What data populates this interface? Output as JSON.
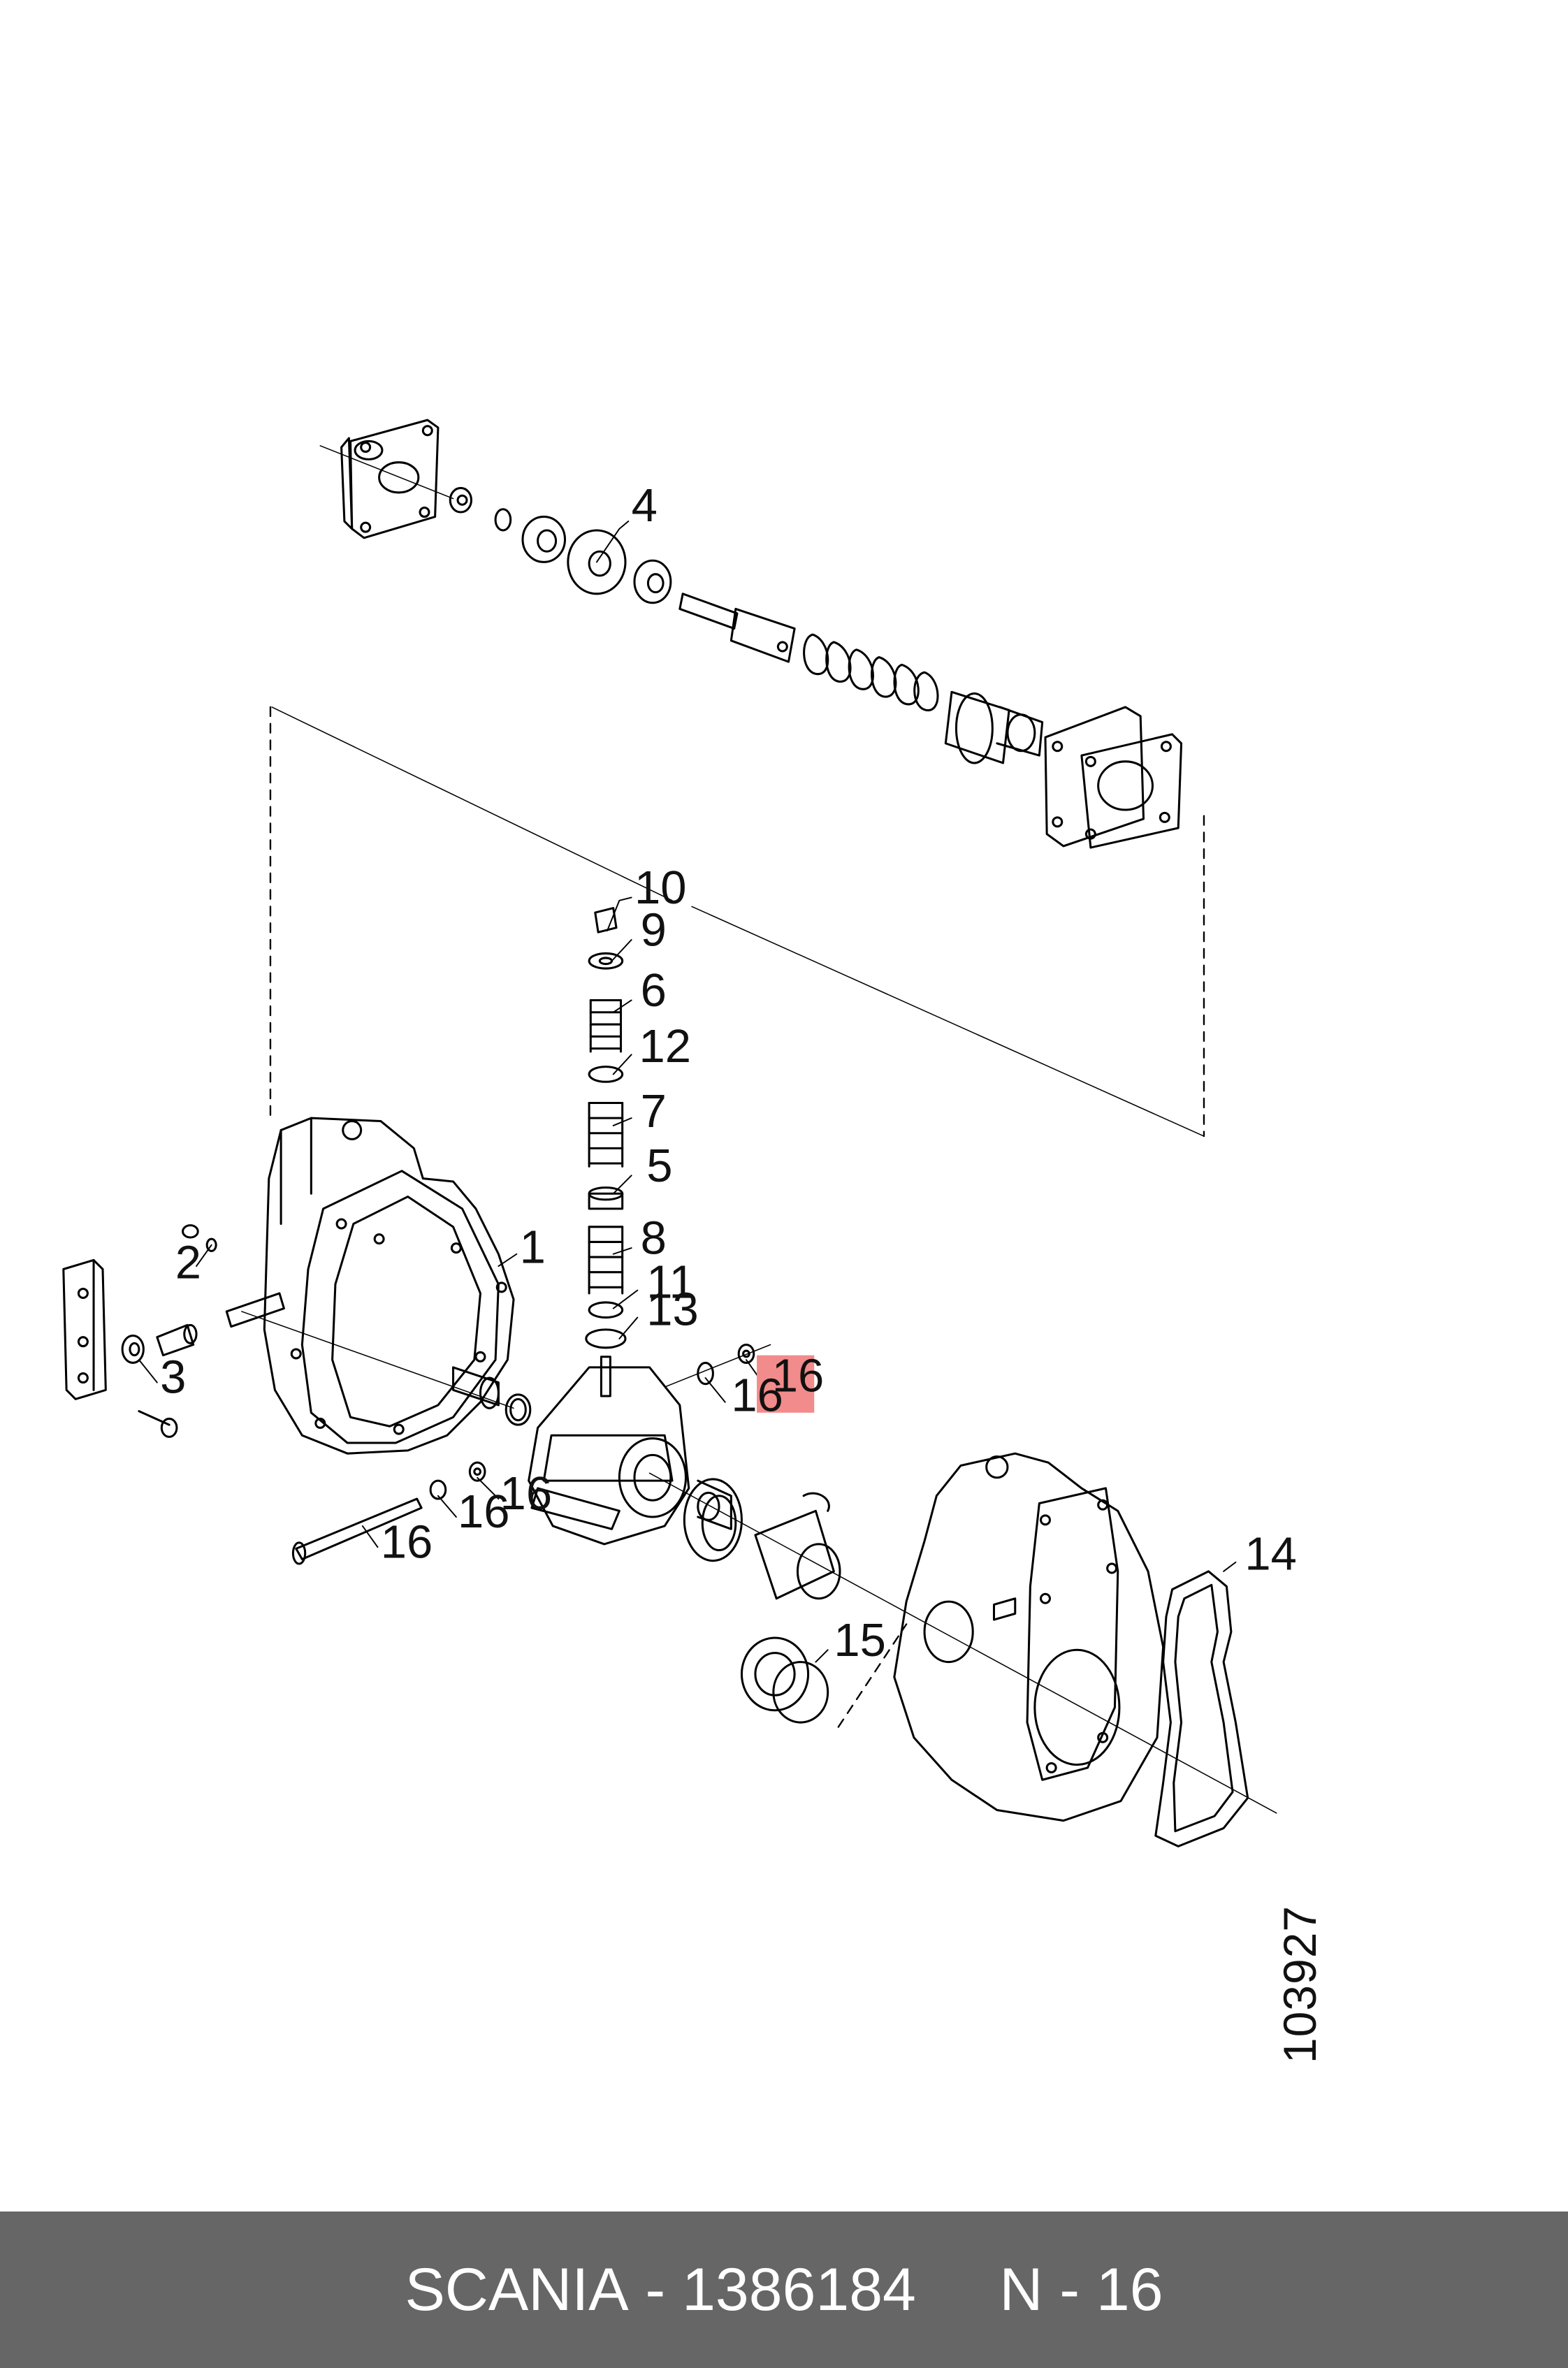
{
  "colors": {
    "line": "#000000",
    "highlight": "#f28b8b",
    "footer_bg": "#666666",
    "footer_text": "#ffffff"
  },
  "diagram": {
    "drawing_number": "103927",
    "highlighted_callout": "16",
    "callouts": [
      {
        "id": "c1",
        "label": "1"
      },
      {
        "id": "c2",
        "label": "2"
      },
      {
        "id": "c3",
        "label": "3"
      },
      {
        "id": "c4",
        "label": "4"
      },
      {
        "id": "c5",
        "label": "5"
      },
      {
        "id": "c6",
        "label": "6"
      },
      {
        "id": "c7",
        "label": "7"
      },
      {
        "id": "c8",
        "label": "8"
      },
      {
        "id": "c9",
        "label": "9"
      },
      {
        "id": "c10",
        "label": "10"
      },
      {
        "id": "c11",
        "label": "11"
      },
      {
        "id": "c12",
        "label": "12"
      },
      {
        "id": "c13",
        "label": "13"
      },
      {
        "id": "c14",
        "label": "14"
      },
      {
        "id": "c15",
        "label": "15"
      },
      {
        "id": "c16a",
        "label": "16"
      },
      {
        "id": "c16b",
        "label": "16"
      },
      {
        "id": "c16c",
        "label": "16"
      },
      {
        "id": "c16d",
        "label": "16"
      },
      {
        "id": "c16e",
        "label": "16"
      }
    ]
  },
  "footer": {
    "brand": "SCANIA",
    "separator": " - ",
    "part_number": "1386184",
    "ref": "N - 16"
  }
}
